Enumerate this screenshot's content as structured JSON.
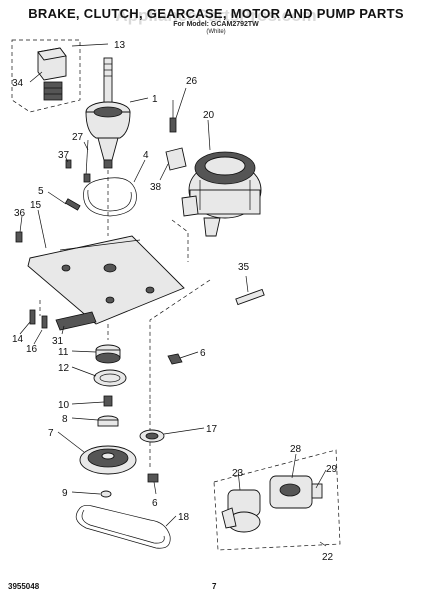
{
  "title": "BRAKE, CLUTCH, GEARCASE, MOTOR AND PUMP PARTS",
  "subtitle": "For Model: GCAM2792TW",
  "subtitle2": "(White)",
  "watermark": "AppliancePartsPros.com",
  "footer": {
    "doc_number": "3955048",
    "page": "7"
  },
  "callouts": {
    "c13": "13",
    "c34": "34",
    "c1": "1",
    "c26": "26",
    "c20": "20",
    "c27": "27",
    "c37": "37",
    "c4": "4",
    "c38": "38",
    "c5": "5",
    "c36": "36",
    "c15": "15",
    "c35": "35",
    "c14": "14",
    "c16": "16",
    "c31": "31",
    "c11": "11",
    "c6a": "6",
    "c12": "12",
    "c10": "10",
    "c8": "8",
    "c7": "7",
    "c17": "17",
    "c9": "9",
    "c6b": "6",
    "c18": "18",
    "c23": "23",
    "c28": "28",
    "c29": "29",
    "c22": "22"
  }
}
